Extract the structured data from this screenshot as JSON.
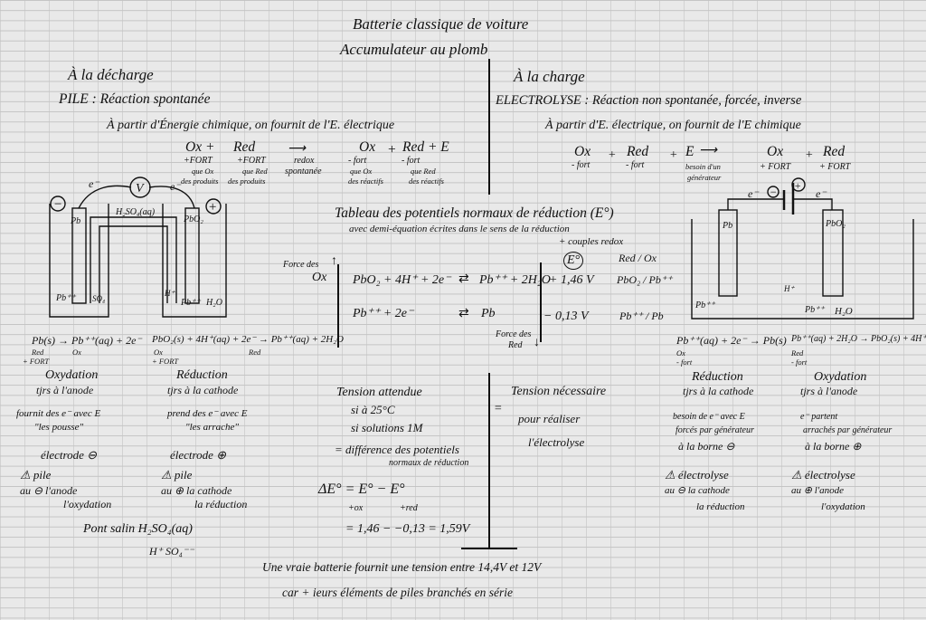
{
  "title": "Batterie classique de voiture",
  "subtitle": "Accumulateur au plomb",
  "discharge": {
    "heading": "À la décharge",
    "type": "PILE : Réaction spontanée",
    "desc": "À partir d'Énergie chimique, on fournit de l'E. électrique",
    "eq": {
      "ox": "Ox +",
      "ox_sub": "+FORT",
      "ox_sub2": "que Ox",
      "ox_sub3": "des produits",
      "red": "Red",
      "red_sub": "+FORT",
      "red_sub2": "que Red",
      "red_sub3": "des produits",
      "arrow_label": "redox",
      "arrow_sub": "spontanée",
      "ox2": "Ox",
      "ox2_sub": "- fort",
      "ox2_sub2": "que Ox",
      "ox2_sub3": "des réactifs",
      "plus": "+",
      "red2": "Red + E",
      "red2_sub": "- fort",
      "red2_sub2": "que Red",
      "red2_sub3": "des réactifs"
    },
    "diagram": {
      "minus": "−",
      "plus": "+",
      "volt": "V",
      "e_left": "e⁻",
      "e_right": "e⁻",
      "pb": "Pb",
      "pbo2": "PbO₂",
      "electrolyte": "H₂SO₄(aq)",
      "pb_ion": "Pb⁺⁺",
      "so4": "SO₄",
      "h": "H⁺",
      "pb_ion2": "Pb⁺⁺",
      "h2o": "H₂O"
    },
    "anode": {
      "eq": "Pb(s) → Pb⁺⁺(aq) + 2e⁻",
      "red": "Red",
      "fort": "+ FORT",
      "ox": "Ox",
      "name": "Oxydation",
      "where": "tjrs à l'anode",
      "role": "fournit des e⁻ avec E",
      "role2": "\"les pousse\"",
      "electrode": "électrode ⊖",
      "warn": "⚠ pile",
      "warn2": "au ⊖ l'anode",
      "warn3": "l'oxydation"
    },
    "cathode": {
      "eq": "PbO₂(s) + 4H⁺(aq) + 2e⁻ → Pb⁺⁺(aq) + 2H₂O",
      "ox": "Ox",
      "fort": "+ FORT",
      "red": "Red",
      "name": "Réduction",
      "where": "tjrs à la cathode",
      "role": "prend des e⁻ avec E",
      "role2": "\"les arrache\"",
      "electrode": "électrode ⊕",
      "warn": "⚠ pile",
      "warn2": "au ⊕ la cathode",
      "warn3": "la réduction"
    },
    "salt_bridge": "Pont salin H₂SO₄(aq)",
    "ions": "H⁺   SO₄⁻⁻"
  },
  "charge": {
    "heading": "À la charge",
    "type": "ELECTROLYSE : Réaction non spontanée, forcée, inverse",
    "desc": "À partir d'E. électrique, on fournit de l'E chimique",
    "eq": {
      "ox": "Ox",
      "ox_sub": "- fort",
      "p1": "+",
      "red": "Red",
      "red_sub": "- fort",
      "p2": "+",
      "e": "E",
      "e_sub": "besoin d'un",
      "e_sub2": "générateur",
      "ox2": "Ox",
      "ox2_sub": "+ FORT",
      "p3": "+",
      "red2": "Red",
      "red2_sub": "+ FORT"
    },
    "diagram": {
      "minus": "−",
      "plus": "+",
      "e_left": "e⁻",
      "e_right": "e⁻",
      "pb": "Pb",
      "pbo2": "PbO₂",
      "h": "H⁺",
      "pb_ion": "Pb⁺⁺",
      "pb_ion2": "Pb⁺⁺",
      "h2o": "H₂O"
    },
    "cathode": {
      "eq": "Pb⁺⁺(aq) + 2e⁻ → Pb(s)",
      "ox": "Ox",
      "fort": "- fort",
      "name": "Réduction",
      "where": "tjrs à la cathode",
      "role": "besoin de e⁻ avec E",
      "role2": "forcés par générateur",
      "role3": "à la borne ⊖",
      "warn": "⚠ électrolyse",
      "warn2": "au ⊖ la cathode",
      "warn3": "la réduction"
    },
    "anode": {
      "eq": "Pb⁺⁺(aq) + 2H₂O → PbO₂(s) + 4H⁺(aq) + 2e⁻",
      "red": "Red",
      "fort": "- fort",
      "name": "Oxydation",
      "where": "tjrs à l'anode",
      "role": "e⁻ partent",
      "role2": "arrachés par générateur",
      "role3": "à la borne ⊕",
      "warn": "⚠ électrolyse",
      "warn2": "au ⊕ l'anode",
      "warn3": "l'oxydation"
    }
  },
  "table": {
    "title": "Tableau des potentiels normaux de réduction (E°)",
    "subtitle": "avec demi-équation écrites dans le sens de la réduction",
    "subtitle2": "+ couples redox",
    "col_e": "E°",
    "col_couple": "Red / Ox",
    "force_ox": "Force des",
    "force_ox2": "Ox",
    "force_red": "Force des",
    "force_red2": "Red",
    "rows": [
      {
        "left": "PbO₂ + 4H⁺ + 2e⁻",
        "arrow": "⇄",
        "right": "Pb⁺⁺ + 2H₂O",
        "e": "+ 1,46 V",
        "couple": "PbO₂ / Pb⁺⁺"
      },
      {
        "left": "Pb⁺⁺ + 2e⁻",
        "arrow": "⇄",
        "right": "Pb",
        "e": "− 0,13 V",
        "couple": "Pb⁺⁺ / Pb"
      }
    ]
  },
  "tension": {
    "title": "Tension attendue",
    "c1": "si à 25°C",
    "c2": "si solutions 1M",
    "diff": "= différence des potentiels",
    "diff2": "normaux de réduction",
    "formula": "ΔE° = E°  −  E°",
    "sub_ox": "+ox",
    "sub_red": "+red",
    "calc": "= 1,46 − −0,13 = 1,59V",
    "equals": "=",
    "needed": "Tension nécessaire",
    "needed2": "pour réaliser",
    "needed3": "l'électrolyse"
  },
  "footer": {
    "line1": "Une vraie batterie fournit une tension entre 14,4V et 12V",
    "line2": "car + ieurs éléments de piles branchés en série"
  }
}
